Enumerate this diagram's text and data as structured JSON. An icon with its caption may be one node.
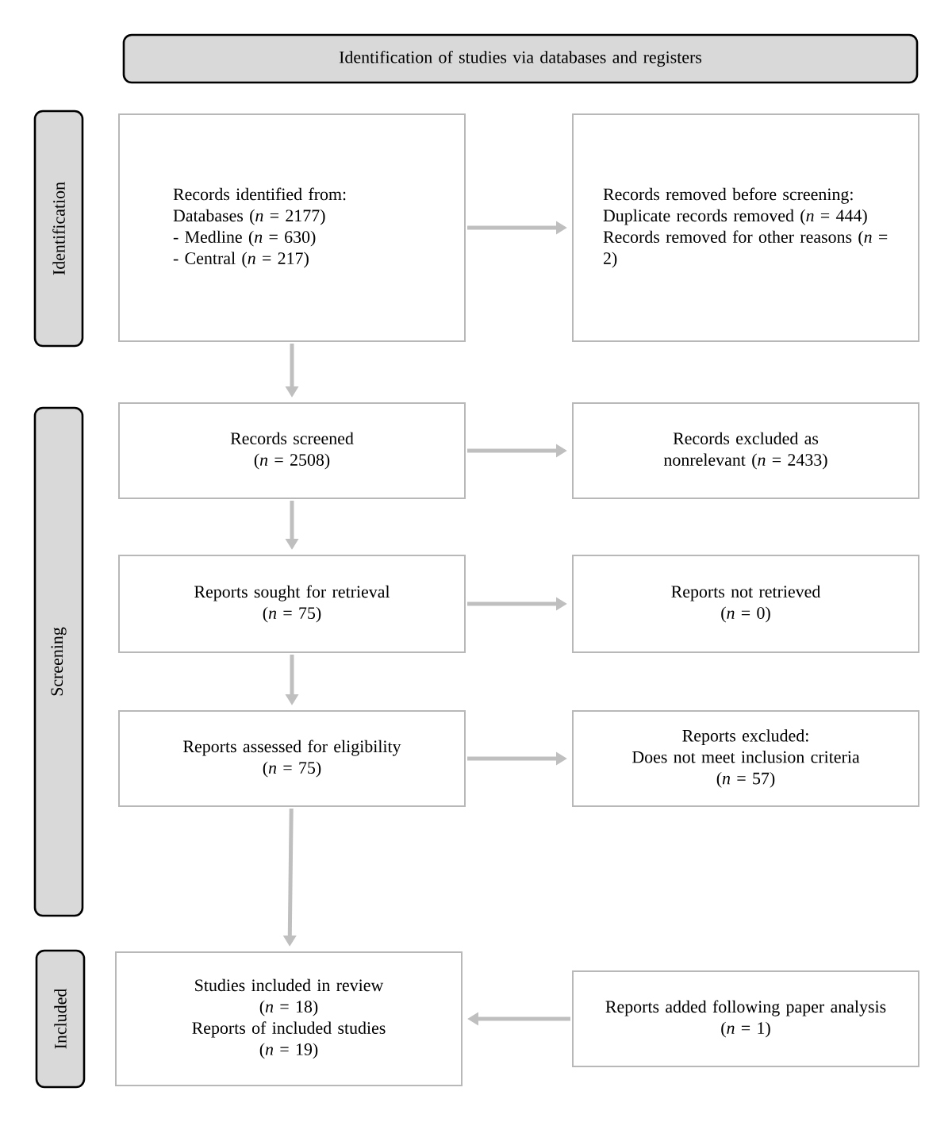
{
  "diagram": {
    "nodes": [
      {
        "text": [
          "Identification of studies via databases and registers"
        ]
      },
      {
        "text": [
          "Identification"
        ]
      },
      {
        "text": [
          "Screening"
        ]
      },
      {
        "text": [
          "Included"
        ]
      },
      {
        "text": [
          "Records identified from:",
          "Databases (*n* = 2177)",
          "- Medline (*n* = 630)",
          "- Central (*n* = 217)"
        ]
      },
      {
        "text": [
          "Records removed before screening:",
          "Duplicate records removed (*n* = 444)",
          "Records removed for other reasons (*n* = 2)"
        ]
      },
      {
        "text": [
          "Records screened",
          "(*n* = 2508)"
        ]
      },
      {
        "text": [
          "Records excluded as nonrelevant (*n* = 2433)"
        ]
      },
      {
        "text": [
          "Reports sought for retrieval",
          "(*n* = 75)"
        ]
      },
      {
        "text": [
          "Reports not retrieved",
          "(*n* = 0)"
        ]
      },
      {
        "text": [
          "Reports assessed for eligibility",
          "(*n* = 75)"
        ]
      },
      {
        "text": [
          "Reports excluded:",
          "Does not meet inclusion criteria",
          "(*n* = 57)"
        ]
      },
      {
        "text": [
          "Studies included in review",
          "(*n* = 18)",
          "Reports of included studies",
          "(*n* = 19)"
        ]
      },
      {
        "text": [
          "Reports added following paper analysis",
          "(*n* = 1)"
        ]
      }
    ],
    "edges": [
      {
        "from": 4,
        "to": 5,
        "arrow": "to"
      },
      {
        "from": 4,
        "to": 6,
        "arrow": "to"
      },
      {
        "from": 6,
        "to": 7,
        "arrow": "to"
      },
      {
        "from": 6,
        "to": 8,
        "arrow": "to"
      },
      {
        "from": 8,
        "to": 9,
        "arrow": "to"
      },
      {
        "from": 8,
        "to": 10,
        "arrow": "to"
      },
      {
        "from": 10,
        "to": 11,
        "arrow": "to"
      },
      {
        "from": 10,
        "to": 12,
        "arrow": "to"
      },
      {
        "from": 13,
        "to": 12,
        "arrow": "to"
      }
    ]
  }
}
